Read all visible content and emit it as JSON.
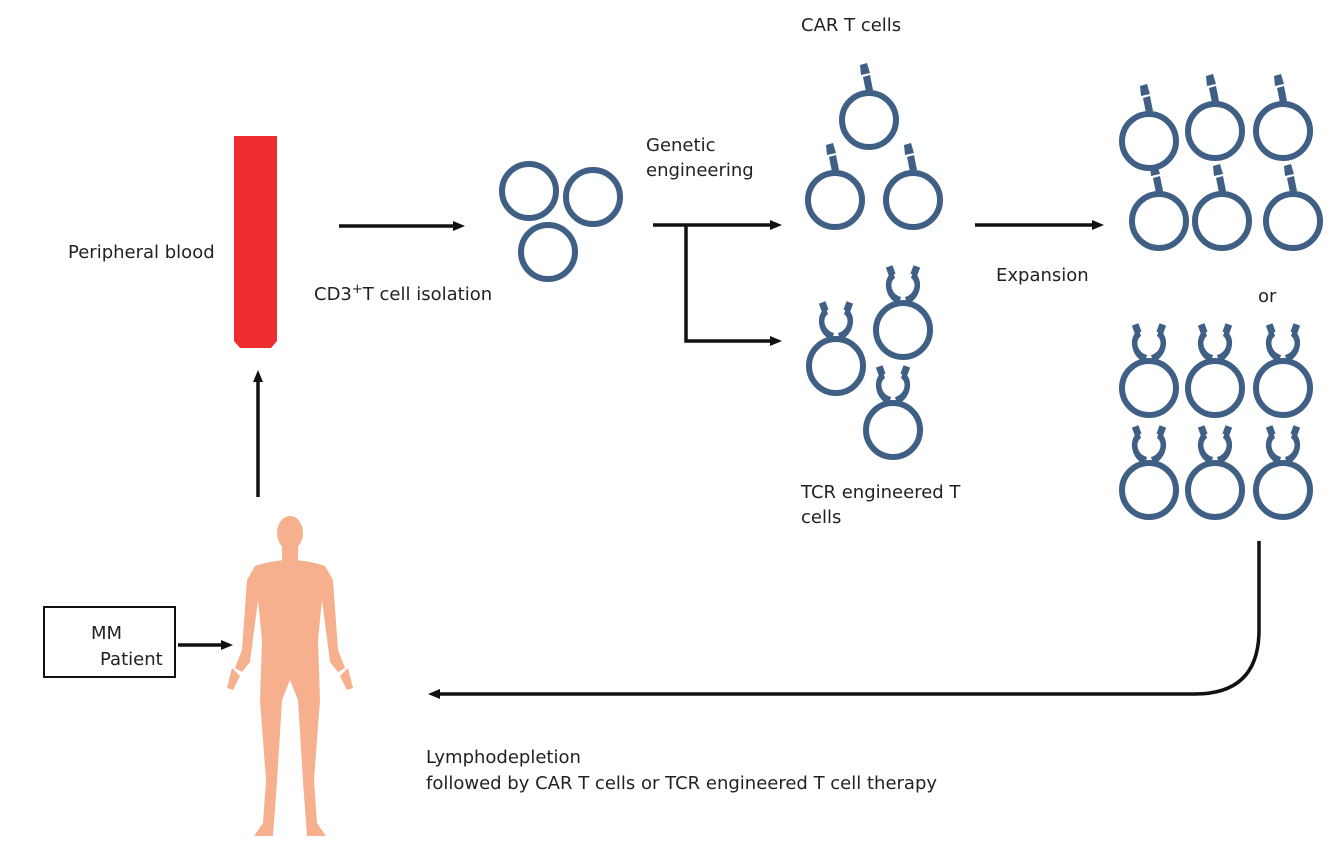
{
  "labels": {
    "peripheral_blood": "Peripheral blood",
    "cd3_prefix": "CD3",
    "cd3_superscript": "+",
    "cd3_suffix": "T cell isolation",
    "genetic": "Genetic",
    "engineering": "engineering",
    "car_t_cells": "CAR T cells",
    "tcr_line1": "TCR engineered T",
    "tcr_line2": "cells",
    "expansion": "Expansion",
    "or": "or",
    "mm": "MM",
    "patient": "Patient",
    "lympho_line1": "Lymphodepletion",
    "lympho_line2": "followed by CAR T cells or TCR engineered T cell therapy"
  },
  "colors": {
    "cell": "#3f5f85",
    "blood_tube": "#ee2d2e",
    "body": "#f7b08e",
    "arrow": "#111111",
    "text": "#222222"
  }
}
